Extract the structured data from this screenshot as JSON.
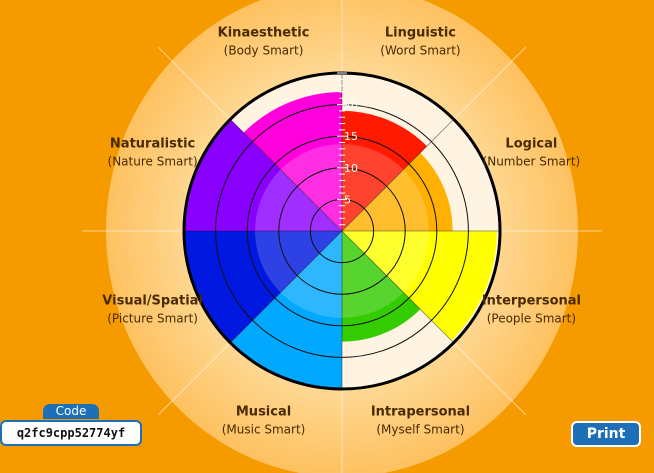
{
  "scale": {
    "max": 25,
    "rings": [
      5,
      10,
      15,
      20
    ],
    "tick_labels": [
      "5",
      "10",
      "15",
      "20"
    ]
  },
  "colors": {
    "background": "#f59b00",
    "empty_segment": "#fff3e2"
  },
  "intelligences": [
    {
      "id": "linguistic",
      "title": "Linguistic",
      "subtitle": "(Word Smart)",
      "score": 19,
      "color": "#ff1a00"
    },
    {
      "id": "logical",
      "title": "Logical",
      "subtitle": "(Number Smart)",
      "score": 17.5,
      "color": "#ffb000"
    },
    {
      "id": "interpersonal",
      "title": "Interpersonal",
      "subtitle": "(People Smart)",
      "score": 24.5,
      "color": "#ffff00"
    },
    {
      "id": "intrapersonal",
      "title": "Intrapersonal",
      "subtitle": "(Myself Smart)",
      "score": 17.5,
      "color": "#33cc00"
    },
    {
      "id": "musical",
      "title": "Musical",
      "subtitle": "(Music Smart)",
      "score": 25,
      "color": "#00a8ff"
    },
    {
      "id": "visual-spatial",
      "title": "Visual/Spatial",
      "subtitle": "(Picture Smart)",
      "score": 25,
      "color": "#0018e0"
    },
    {
      "id": "naturalistic",
      "title": "Naturalistic",
      "subtitle": "(Nature Smart)",
      "score": 25,
      "color": "#8a00ff"
    },
    {
      "id": "kinaesthetic",
      "title": "Kinaesthetic",
      "subtitle": "(Body Smart)",
      "score": 22,
      "color": "#ff00dd"
    }
  ],
  "code": {
    "tab_label": "Code",
    "value": "q2fc9cpp52774yf"
  },
  "print_label": "Print"
}
